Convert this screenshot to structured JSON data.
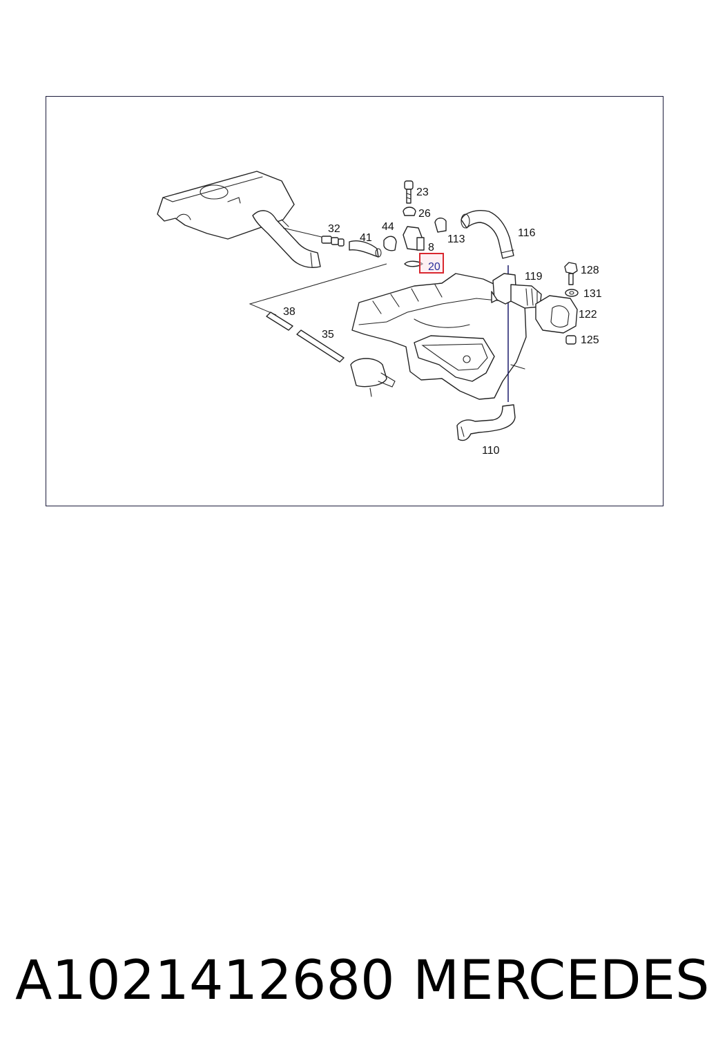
{
  "diagram": {
    "callouts": [
      {
        "id": "23",
        "label": "23"
      },
      {
        "id": "26",
        "label": "26"
      },
      {
        "id": "32",
        "label": "32"
      },
      {
        "id": "41",
        "label": "41"
      },
      {
        "id": "44",
        "label": "44"
      },
      {
        "id": "8",
        "label": "8"
      },
      {
        "id": "113",
        "label": "113"
      },
      {
        "id": "116",
        "label": "116"
      },
      {
        "id": "20",
        "label": "20",
        "highlighted": true
      },
      {
        "id": "119",
        "label": "119"
      },
      {
        "id": "128",
        "label": "128"
      },
      {
        "id": "131",
        "label": "131"
      },
      {
        "id": "122",
        "label": "122"
      },
      {
        "id": "125",
        "label": "125"
      },
      {
        "id": "38",
        "label": "38"
      },
      {
        "id": "35",
        "label": "35"
      },
      {
        "id": "110",
        "label": "110"
      }
    ],
    "highlight_color": "#d9272e",
    "line_color": "#222222"
  },
  "caption": {
    "part_number": "A1021412680",
    "brand": "MERCEDES"
  }
}
